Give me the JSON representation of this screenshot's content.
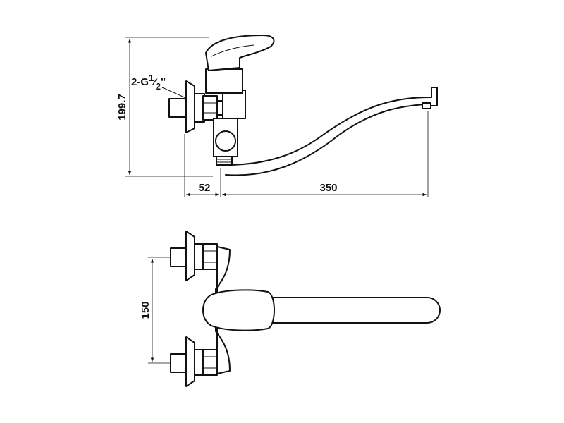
{
  "dimensions": {
    "height": "199.7",
    "inlet_offset": "52",
    "spout_reach": "350",
    "inlet_spacing": "150"
  },
  "thread_label": {
    "prefix": "2-G",
    "numerator": "1",
    "denominator": "2",
    "suffix": "\""
  }
}
